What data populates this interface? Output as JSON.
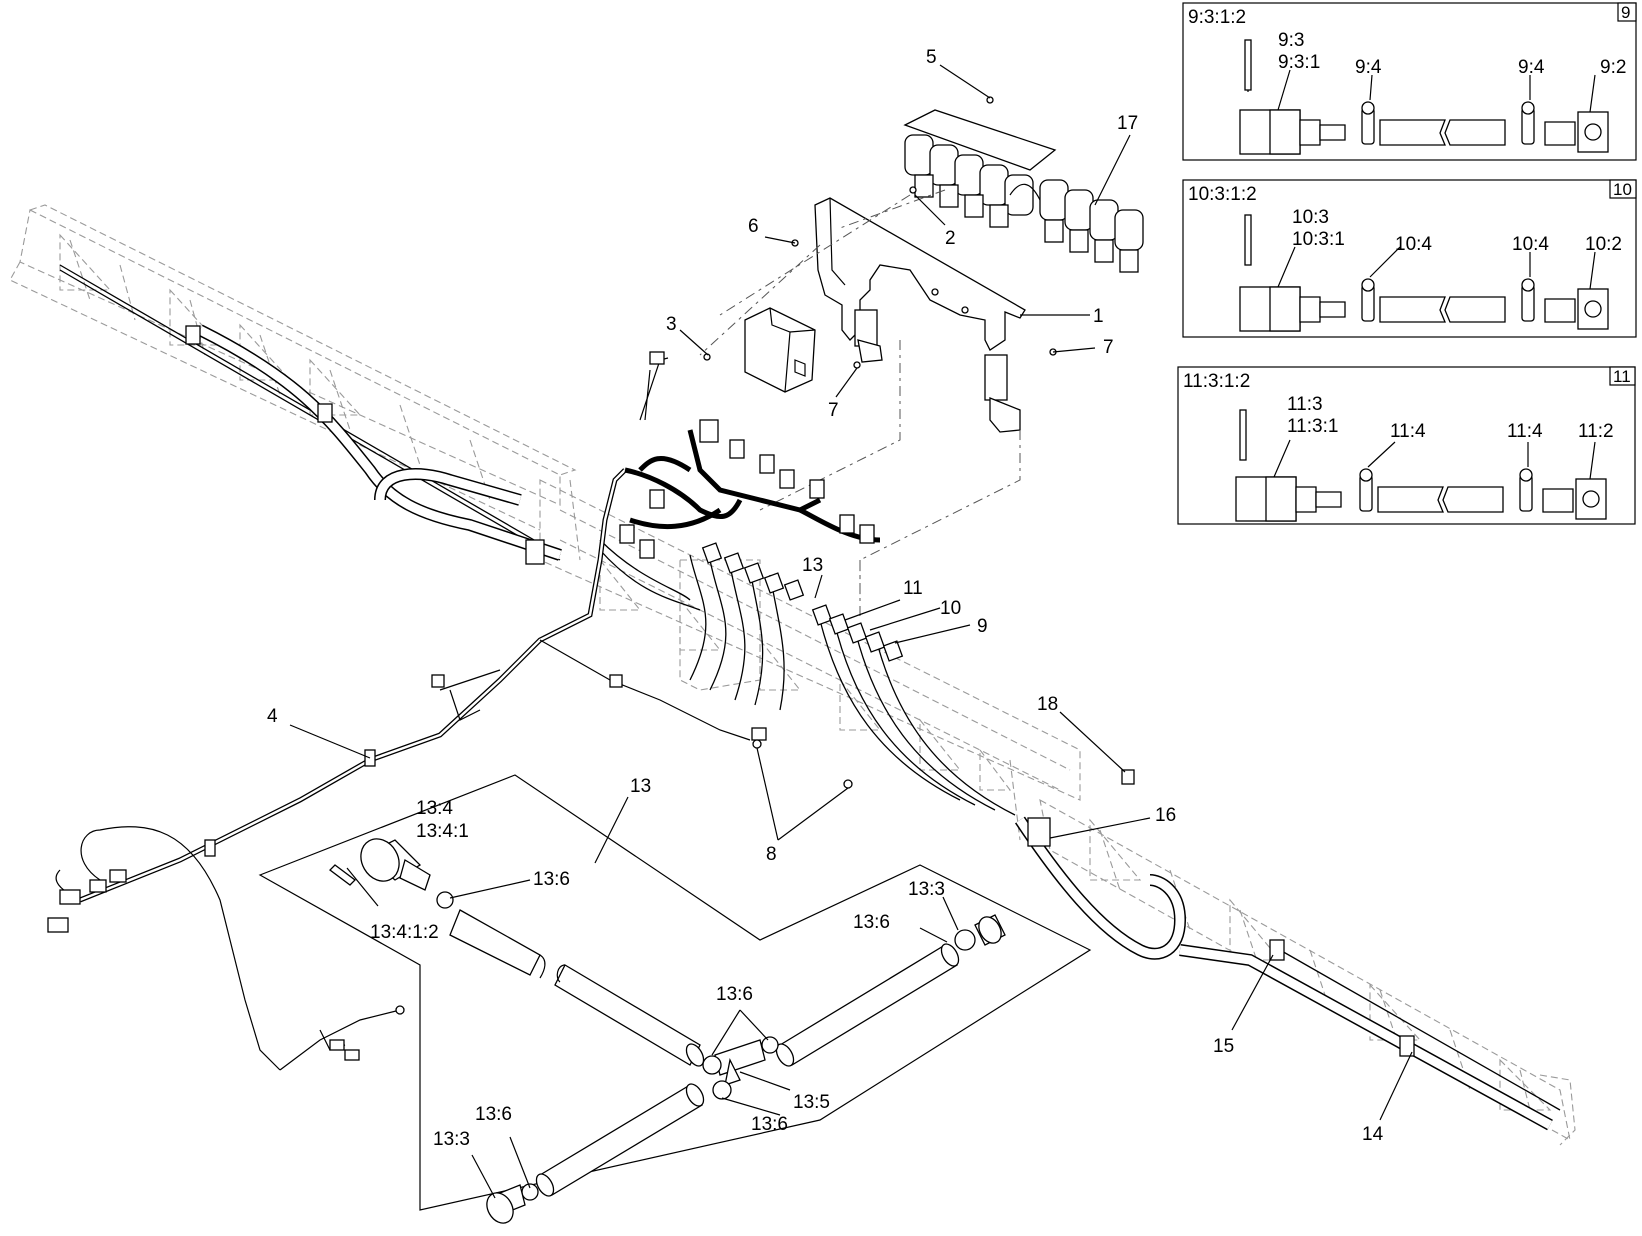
{
  "figure": {
    "callouts": [
      {
        "id": "c1",
        "text": "1"
      },
      {
        "id": "c2",
        "text": "2"
      },
      {
        "id": "c3",
        "text": "3"
      },
      {
        "id": "c4",
        "text": "4"
      },
      {
        "id": "c5",
        "text": "5"
      },
      {
        "id": "c6",
        "text": "6"
      },
      {
        "id": "c7a",
        "text": "7"
      },
      {
        "id": "c7b",
        "text": "7"
      },
      {
        "id": "c8",
        "text": "8"
      },
      {
        "id": "c9",
        "text": "9"
      },
      {
        "id": "c10",
        "text": "10"
      },
      {
        "id": "c11",
        "text": "11"
      },
      {
        "id": "c13a",
        "text": "13"
      },
      {
        "id": "c13b",
        "text": "13"
      },
      {
        "id": "c14",
        "text": "14"
      },
      {
        "id": "c15",
        "text": "15"
      },
      {
        "id": "c16",
        "text": "16"
      },
      {
        "id": "c17",
        "text": "17"
      },
      {
        "id": "c18",
        "text": "18"
      }
    ],
    "detail_13": {
      "labels": {
        "p134": "13:4",
        "p1341": "13:4:1",
        "p13412": "13:4:1:2",
        "p136a": "13:6",
        "p133a": "13:3",
        "p136b": "13:6",
        "p136c": "13:6",
        "p135": "13:5",
        "p136d": "13:6",
        "p136e": "13:6",
        "p133b": "13:3"
      }
    },
    "insets": [
      {
        "tag": "9",
        "labels": {
          "a": "9:3:1:2",
          "b": "9:3",
          "c": "9:3:1",
          "d": "9:4",
          "e": "9:4",
          "f": "9:2"
        }
      },
      {
        "tag": "10",
        "labels": {
          "a": "10:3:1:2",
          "b": "10:3",
          "c": "10:3:1",
          "d": "10:4",
          "e": "10:4",
          "f": "10:2"
        }
      },
      {
        "tag": "11",
        "labels": {
          "a": "11:3:1:2",
          "b": "11:3",
          "c": "11:3:1",
          "d": "11:4",
          "e": "11:4",
          "f": "11:2"
        }
      }
    ]
  }
}
